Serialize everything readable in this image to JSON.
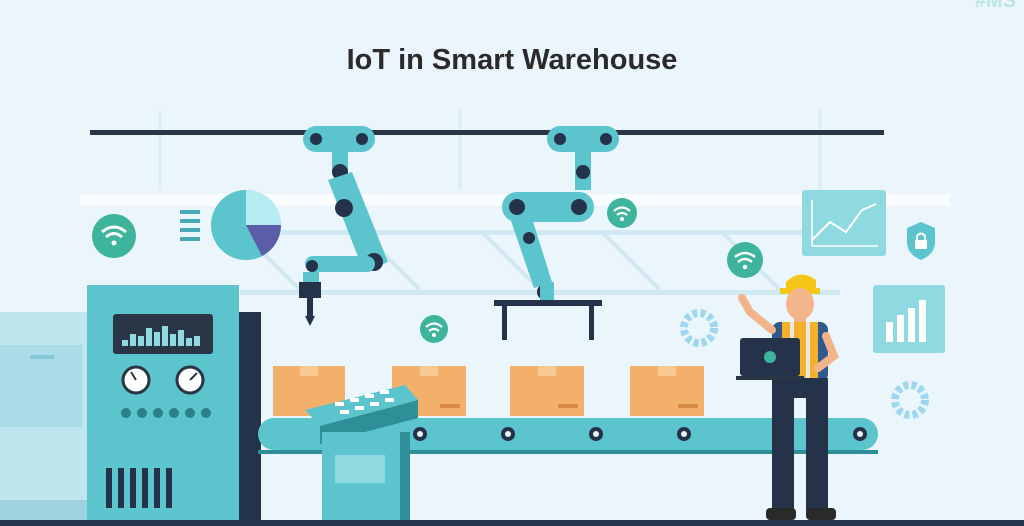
{
  "header": {
    "title": "IoT in Smart Warehouse",
    "corner_mark": "#MS"
  },
  "colors": {
    "background": "#eaf6fc",
    "teal": "#5bc4cc",
    "teal_dark": "#2f8f98",
    "navy": "#24334a",
    "box": "#f3b06b",
    "accent_green": "#3fb49c",
    "hardhat": "#f5c518"
  },
  "icons": [
    "wifi-icon",
    "pie-chart-icon",
    "list-icon",
    "gear-icon",
    "shield-lock-icon",
    "line-chart-icon",
    "bar-chart-icon",
    "robotic-arm-icon",
    "laptop-icon"
  ],
  "scene": {
    "boxes_on_conveyor": 4,
    "robotic_arms": 2,
    "worker": "engineer with hard hat and laptop"
  }
}
